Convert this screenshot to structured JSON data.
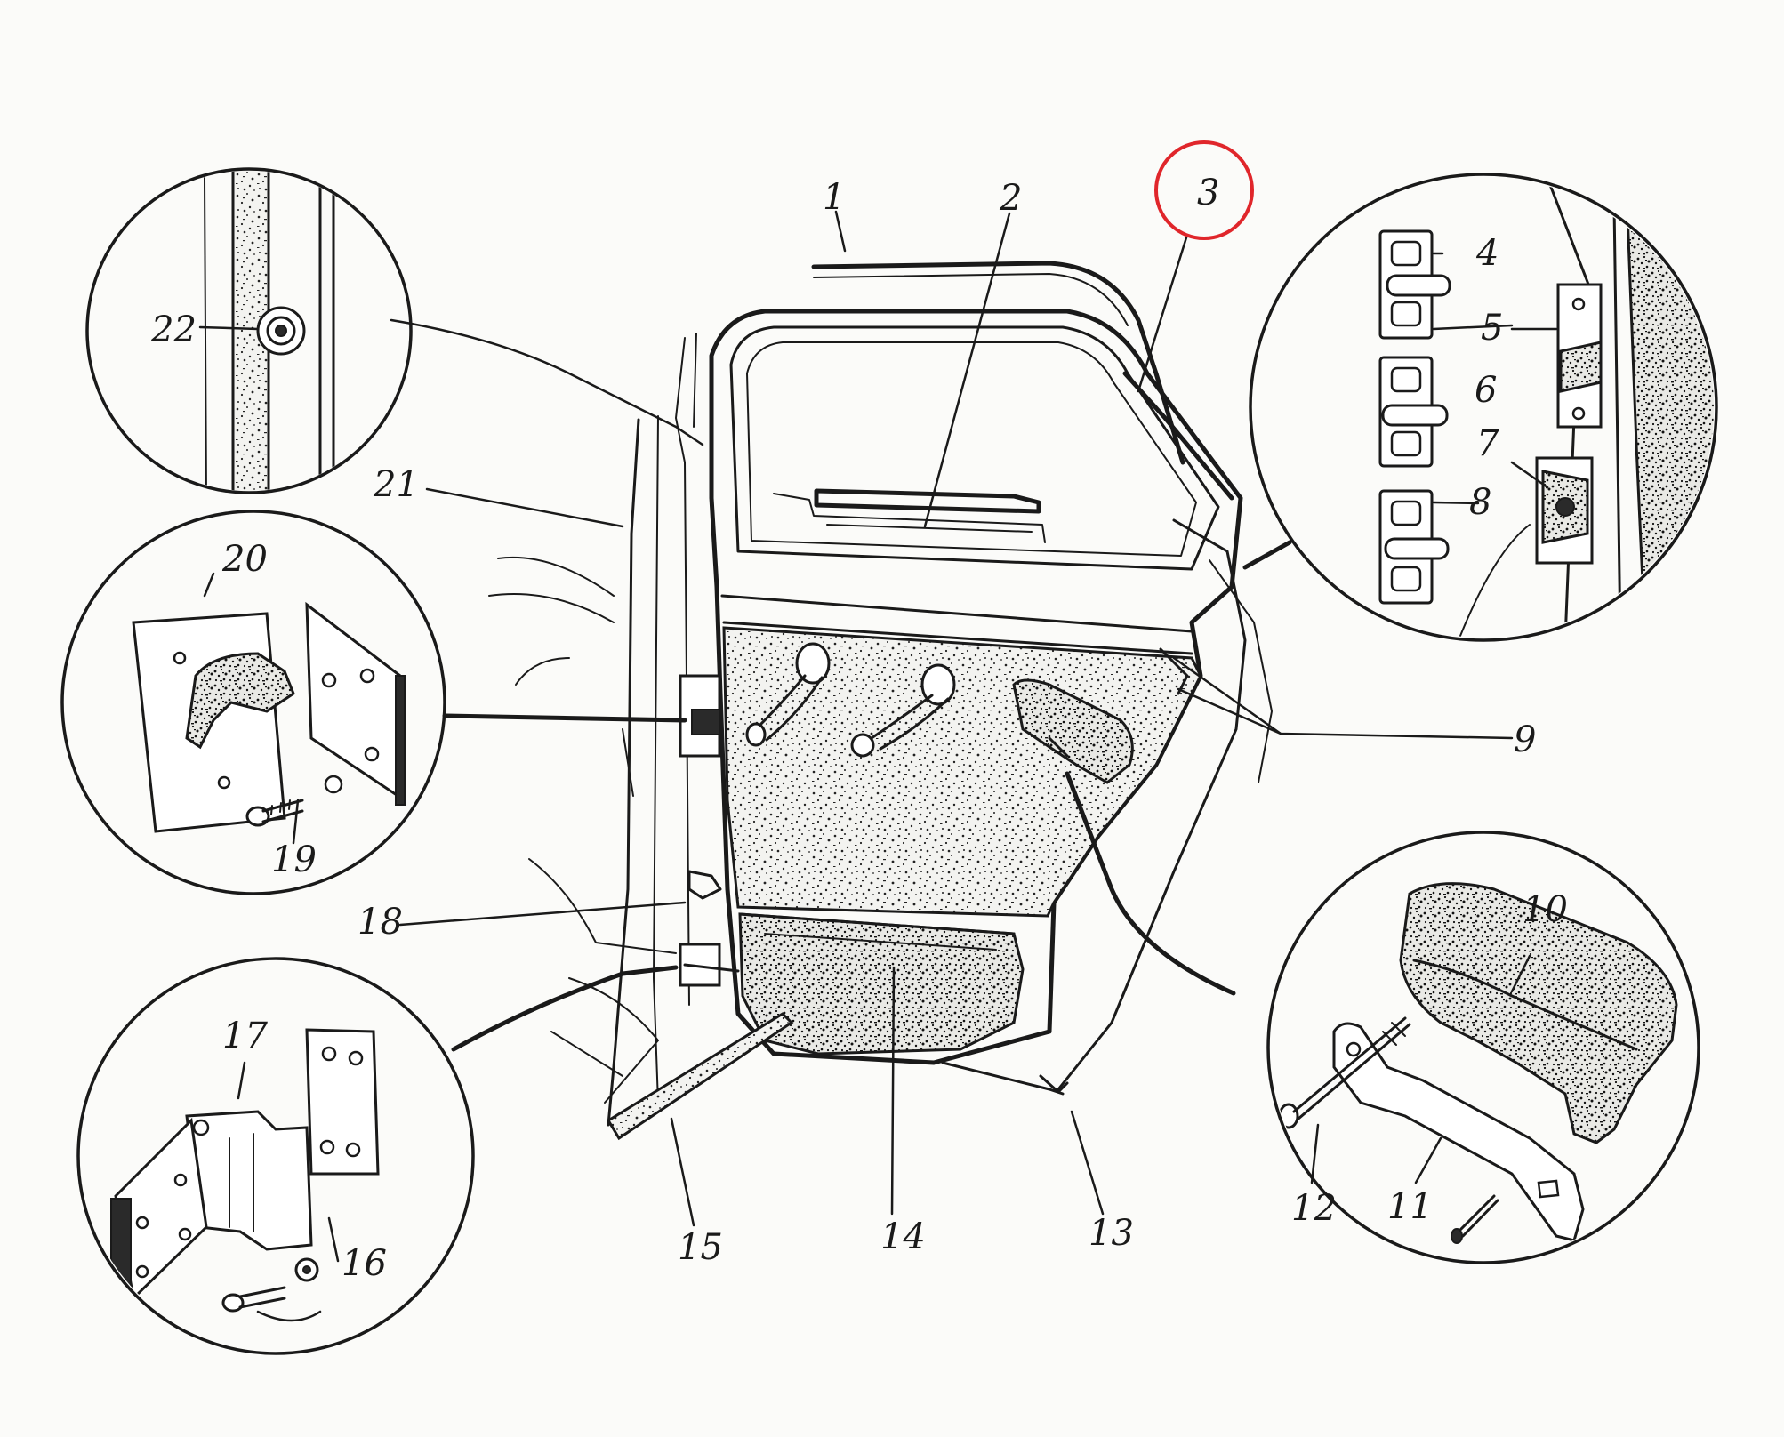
{
  "diagram": {
    "highlight_color": "#e0262b",
    "ink_color": "#1a1a1a",
    "highlighted_callout": "3",
    "callouts": [
      {
        "id": "c1",
        "label": "1"
      },
      {
        "id": "c2",
        "label": "2"
      },
      {
        "id": "c3",
        "label": "3"
      },
      {
        "id": "c4",
        "label": "4"
      },
      {
        "id": "c5",
        "label": "5"
      },
      {
        "id": "c6",
        "label": "6"
      },
      {
        "id": "c7",
        "label": "7"
      },
      {
        "id": "c8",
        "label": "8"
      },
      {
        "id": "c9",
        "label": "9"
      },
      {
        "id": "c10",
        "label": "10"
      },
      {
        "id": "c11",
        "label": "11"
      },
      {
        "id": "c12",
        "label": "12"
      },
      {
        "id": "c13",
        "label": "13"
      },
      {
        "id": "c14",
        "label": "14"
      },
      {
        "id": "c15",
        "label": "15"
      },
      {
        "id": "c16",
        "label": "16"
      },
      {
        "id": "c17",
        "label": "17"
      },
      {
        "id": "c18",
        "label": "18"
      },
      {
        "id": "c19",
        "label": "19"
      },
      {
        "id": "c20",
        "label": "20"
      },
      {
        "id": "c21",
        "label": "21"
      },
      {
        "id": "c22",
        "label": "22"
      }
    ]
  }
}
